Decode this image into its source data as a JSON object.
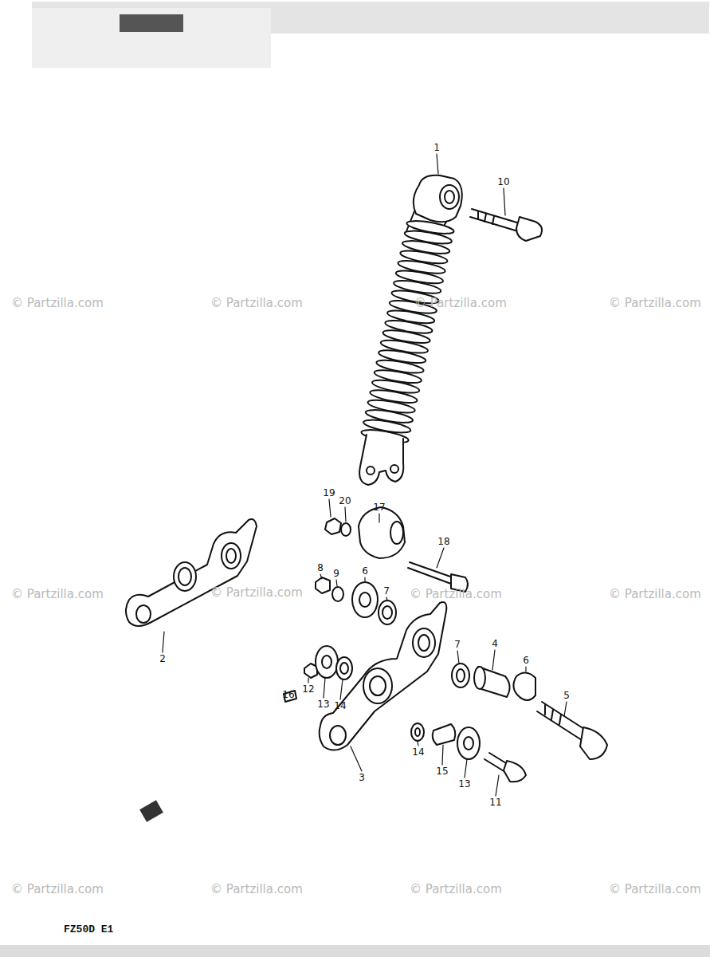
{
  "diagram": {
    "labels": [
      "1",
      "10",
      "19",
      "20",
      "17",
      "18",
      "8",
      "9",
      "6",
      "7",
      "2",
      "12",
      "13",
      "14",
      "16",
      "3",
      "7",
      "4",
      "6",
      "5",
      "14",
      "15",
      "13",
      "11",
      "© Partzilla.com",
      "© Partzilla.com",
      "© Partzilla.com",
      "© Partzilla.com",
      "© Partzilla.com",
      "© Partzilla.com",
      "© Partzilla.com",
      "© Partzilla.com",
      "© Partzilla.com",
      "© Partzilla.com",
      "© Partzilla.com",
      "© Partzilla.com",
      "FZ50D E1"
    ]
  }
}
